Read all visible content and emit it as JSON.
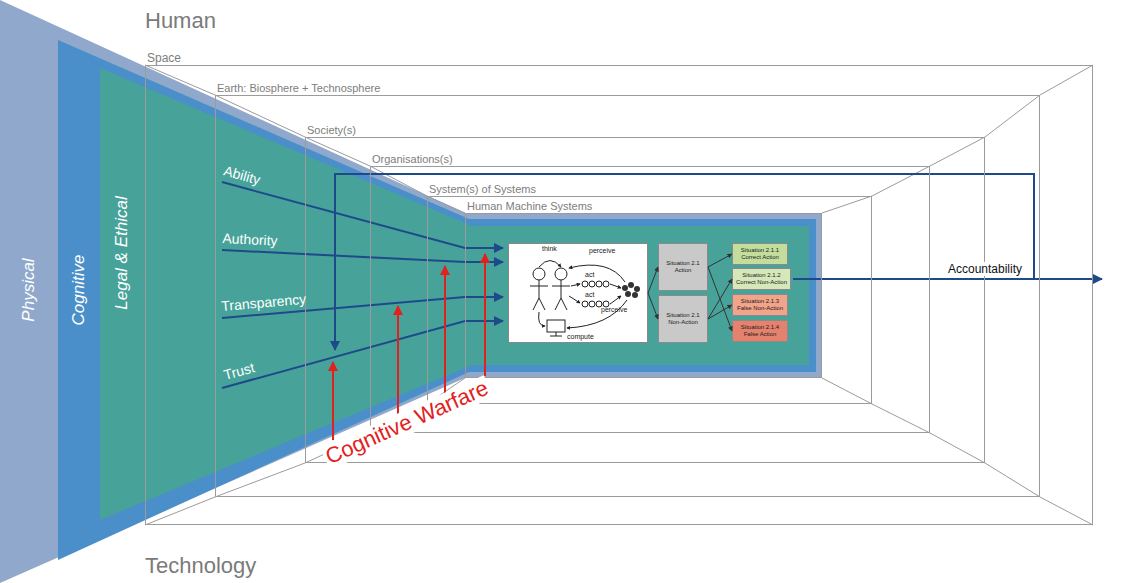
{
  "diagram": {
    "nodes": [
      {
        "text": [
          "Physical"
        ]
      },
      {
        "text": [
          "Cognitive"
        ],
        "in": 0
      },
      {
        "text": [
          "Legal & Ethical"
        ],
        "in": 1
      },
      {
        "text": [
          "Space"
        ]
      },
      {
        "text": [
          "Earth: Biosphere + Technosphere"
        ],
        "in": 3
      },
      {
        "text": [
          "Society(s)"
        ],
        "in": 4
      },
      {
        "text": [
          "Organisations(s)"
        ],
        "in": 5
      },
      {
        "text": [
          "System(s) of Systems"
        ],
        "in": 6
      },
      {
        "text": [
          "Human Machine Systems"
        ],
        "in": 7
      },
      {
        "text": [
          "think",
          "perceive",
          "act",
          "act",
          "compute",
          "perceive"
        ],
        "in": 8
      },
      {
        "text": [
          "Situation 2.1",
          "Action"
        ],
        "in": 8
      },
      {
        "text": [
          "Situation 2.1",
          "Non-Action"
        ],
        "in": 8
      },
      {
        "text": [
          "Situation 2.1.1",
          "Correct Action"
        ],
        "in": 8
      },
      {
        "text": [
          "Situation 2.1.2",
          "Correct Non-Action"
        ],
        "in": 8
      },
      {
        "text": [
          "Situation 2.1.3",
          "False Non-Action"
        ],
        "in": 8
      },
      {
        "text": [
          "Situation 2.1.4",
          "False Action"
        ],
        "in": 8
      }
    ],
    "edges": [
      {
        "from": 9,
        "to": 10,
        "arrow": "to"
      },
      {
        "from": 9,
        "to": 11,
        "arrow": "to"
      },
      {
        "from": 10,
        "to": 12,
        "arrow": "to"
      },
      {
        "from": 10,
        "to": 15,
        "arrow": "to"
      },
      {
        "from": 11,
        "to": 13,
        "arrow": "to"
      },
      {
        "from": 11,
        "to": 14,
        "arrow": "to"
      }
    ],
    "labels": [
      "Human",
      "Technology",
      "Ability",
      "Authority",
      "Transparency",
      "Trust",
      "Cognitive Warfare",
      "Accountability"
    ]
  }
}
